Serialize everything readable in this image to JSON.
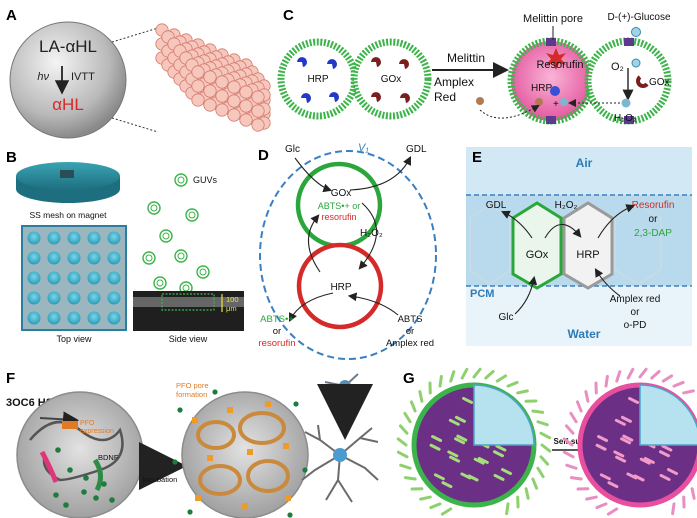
{
  "panels": {
    "A": {
      "letter": "A",
      "top": "LA-αHL",
      "hv": "hν",
      "ivtt": "IVTT",
      "bottom": "αHL"
    },
    "B": {
      "letter": "B",
      "guvs": "GUVs",
      "mesh": "SS mesh on magnet",
      "top_view": "Top view",
      "side_view": "Side view",
      "scale": "100",
      "scale_unit": "μm"
    },
    "C": {
      "letter": "C",
      "hrp": "HRP",
      "gox": "GOx",
      "arrow_top": "Melittin",
      "arrow_bottom1": "Amplex",
      "arrow_bottom2": "Red",
      "pore": "Melittin pore",
      "glucose": "D-(+)-Glucose",
      "resorufin": "Resorufin",
      "hrp2": "HRP",
      "gox2": "GOx",
      "o2": "O₂",
      "h2o2": "H₂O₂"
    },
    "D": {
      "letter": "D",
      "glc": "Glc",
      "gdl": "GDL",
      "v1": "V₁",
      "gox": "GOx",
      "abts_radical": "ABTS•+ or",
      "resorufin": "resorufin",
      "h2o2": "H₂O₂",
      "hrp": "HRP",
      "abts_out": "ABTS•+",
      "or1": "or",
      "resorufin_out": "resorufin",
      "abts_in": "ABTS",
      "or2": "or",
      "amplex": "Amplex red"
    },
    "E": {
      "letter": "E",
      "air": "Air",
      "gdl": "GDL",
      "h2o2": "H₂O₂",
      "resorufin": "Resorufin",
      "or1": "or",
      "dap": "2,3-DAP",
      "gox": "GOx",
      "hrp": "HRP",
      "pcm": "PCM",
      "amplex": "Amplex red",
      "or2": "or",
      "opd": "o-PD",
      "glc": "Glc",
      "water": "Water"
    },
    "F": {
      "letter": "F",
      "hsl": "3OC6 HSL",
      "pfo_expr1": "PFO",
      "pfo_expr2": "expression",
      "bdnf": "BDNF",
      "incubation": "Incubation",
      "pore1": "PFO pore",
      "pore2": "formation"
    },
    "G": {
      "letter": "G",
      "self_suicide": "Self-suicide"
    }
  },
  "colors": {
    "membrane_green": "#3cb44a",
    "ring_red": "#d42a2a",
    "ring_green": "#2aa63a",
    "dash_blue": "#3a7fc0",
    "pcm_blue": "#b9d9ec",
    "text_red": "#d42a2a",
    "text_green": "#2aa63a",
    "pink_fill": "#e84f9f",
    "purple": "#6b2f86"
  }
}
